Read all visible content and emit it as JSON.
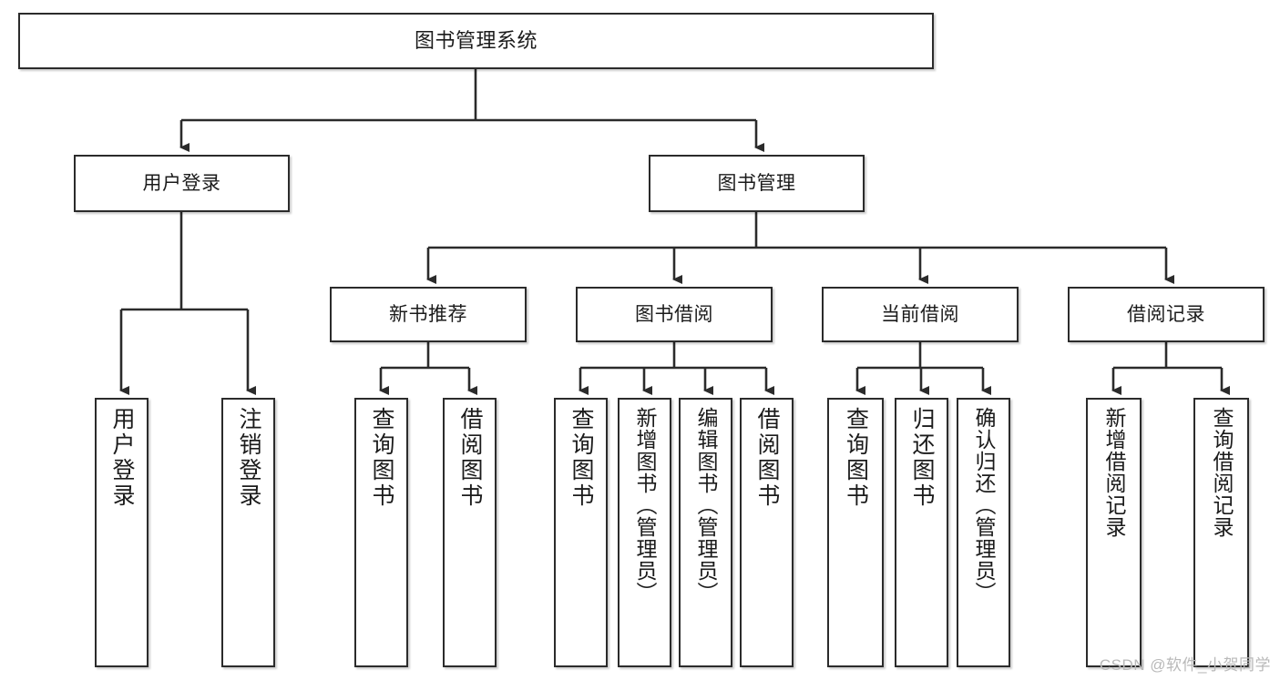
{
  "diagram": {
    "title": "图书管理系统",
    "type": "functional-structure-tree",
    "root": {
      "id": "root",
      "label": "图书管理系统"
    },
    "level2": [
      {
        "id": "user-login",
        "label": "用户登录"
      },
      {
        "id": "book-management",
        "label": "图书管理"
      }
    ],
    "level3": [
      {
        "id": "new-book-recommend",
        "label": "新书推荐",
        "parent": "book-management"
      },
      {
        "id": "book-borrow",
        "label": "图书借阅",
        "parent": "book-management"
      },
      {
        "id": "current-borrow",
        "label": "当前借阅",
        "parent": "book-management"
      },
      {
        "id": "borrow-record",
        "label": "借阅记录",
        "parent": "book-management"
      }
    ],
    "leaves": [
      {
        "id": "leaf-user-login",
        "label": "用户登录",
        "parent": "user-login"
      },
      {
        "id": "leaf-logout-login",
        "label": "注销登录",
        "parent": "user-login"
      },
      {
        "id": "leaf-query-book-1",
        "label": "查询图书",
        "parent": "new-book-recommend"
      },
      {
        "id": "leaf-borrow-book-1",
        "label": "借阅图书",
        "parent": "new-book-recommend"
      },
      {
        "id": "leaf-query-book-2",
        "label": "查询图书",
        "parent": "book-borrow"
      },
      {
        "id": "leaf-add-book",
        "label": "新增图书（管理员）",
        "parent": "book-borrow"
      },
      {
        "id": "leaf-edit-book",
        "label": "编辑图书（管理员）",
        "parent": "book-borrow"
      },
      {
        "id": "leaf-borrow-book-2",
        "label": "借阅图书",
        "parent": "book-borrow"
      },
      {
        "id": "leaf-query-book-3",
        "label": "查询图书",
        "parent": "current-borrow"
      },
      {
        "id": "leaf-return-book",
        "label": "归还图书",
        "parent": "current-borrow"
      },
      {
        "id": "leaf-confirm-return",
        "label": "确认归还（管理员）",
        "parent": "current-borrow"
      },
      {
        "id": "leaf-add-record",
        "label": "新增借阅记录",
        "parent": "borrow-record"
      },
      {
        "id": "leaf-query-record",
        "label": "查询借阅记录",
        "parent": "borrow-record"
      }
    ]
  },
  "watermark": {
    "text": "CSDN @软件_小贺同学"
  },
  "colors": {
    "stroke": "#2b2b2b",
    "box_fill": "#ffffff",
    "text": "#1b1b1b",
    "watermark": "#b9b9b9",
    "page_background": "#ffffff"
  }
}
